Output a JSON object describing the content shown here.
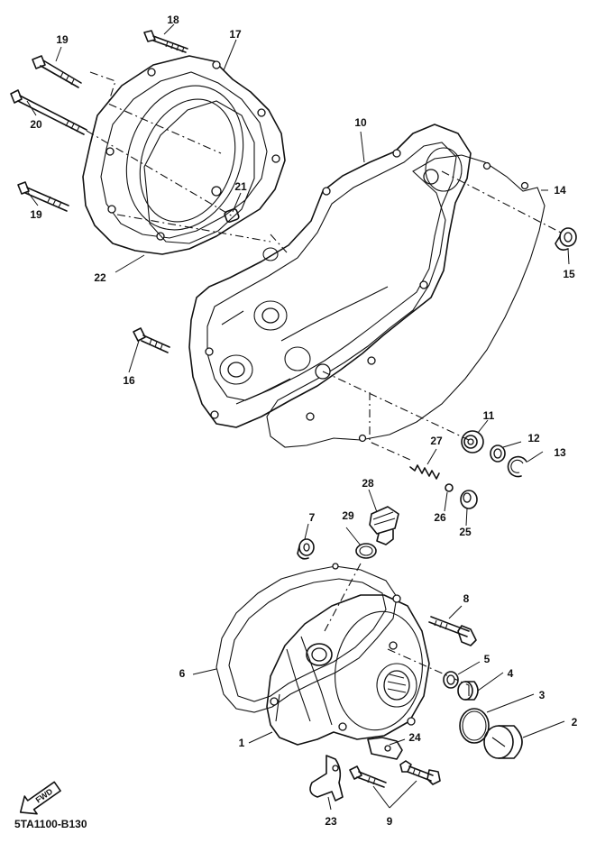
{
  "diagram_code": "5TA1100-B130",
  "fwd_label": "FWD",
  "callouts": {
    "c1": "1",
    "c2": "2",
    "c3": "3",
    "c4": "4",
    "c5": "5",
    "c6": "6",
    "c7": "7",
    "c8": "8",
    "c9": "9",
    "c10": "10",
    "c11": "11",
    "c12": "12",
    "c13": "13",
    "c14": "14",
    "c15": "15",
    "c16": "16",
    "c17": "17",
    "c18": "18",
    "c19a": "19",
    "c19b": "19",
    "c20": "20",
    "c21": "21",
    "c22": "22",
    "c23": "23",
    "c24": "24",
    "c25": "25",
    "c26": "26",
    "c27": "27",
    "c28": "28",
    "c29": "29"
  },
  "icons": {
    "fwd_arrow": "fwd-arrow-icon"
  }
}
